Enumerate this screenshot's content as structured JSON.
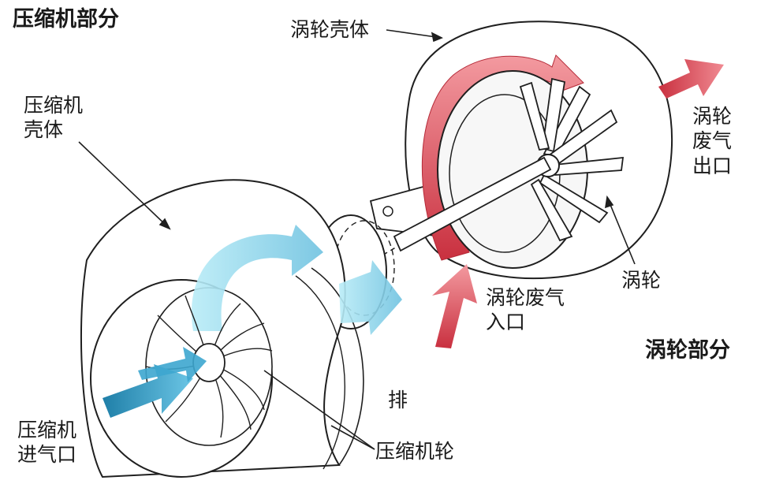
{
  "sections": {
    "compressor_section": "压缩机部分",
    "turbine_section": "涡轮部分"
  },
  "labels": {
    "turbine_housing": "涡轮壳体",
    "compressor_housing": "压缩机\n壳体",
    "turbine_exhaust_outlet": "涡轮\n废气\n出口",
    "turbine_wheel": "涡轮",
    "turbine_exhaust_inlet": "涡轮废气\n入口",
    "discharge": "排",
    "compressor_inlet": "压缩机\n进气口",
    "compressor_wheel": "压缩机轮"
  },
  "colors": {
    "exhaust_flow": "#e0545f",
    "intake_flow": "#2f8fb8",
    "compressed_air": "#8fd3ea",
    "outline": "#1f1f1f"
  }
}
